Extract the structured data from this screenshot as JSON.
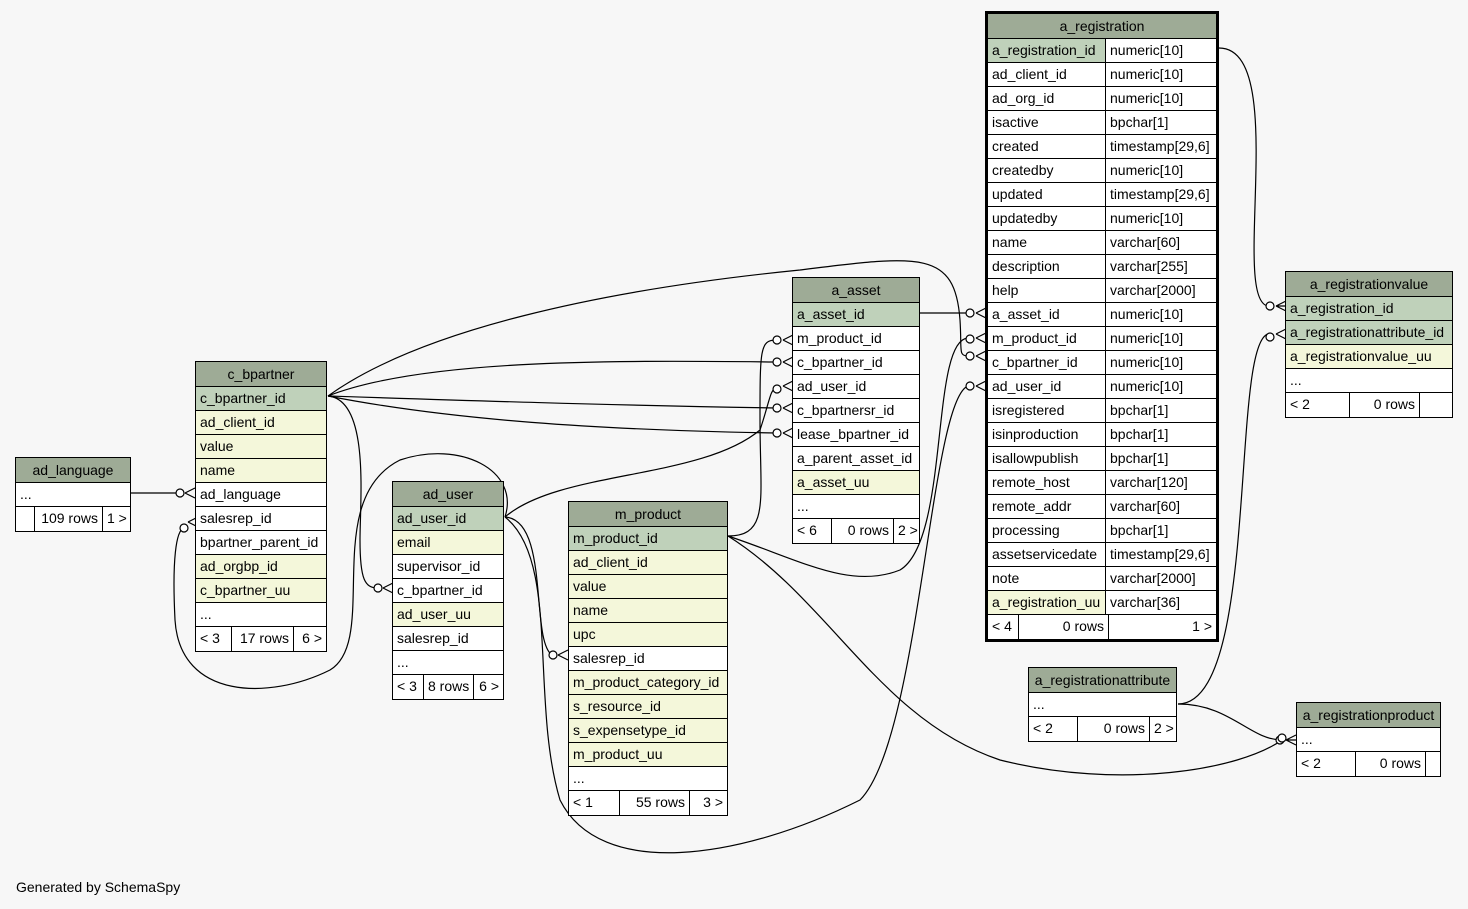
{
  "tables": {
    "a_registration": {
      "name": "a_registration",
      "columns": [
        {
          "name": "a_registration_id",
          "type": "numeric[10]",
          "kind": "pk"
        },
        {
          "name": "ad_client_id",
          "type": "numeric[10]",
          "kind": "plain"
        },
        {
          "name": "ad_org_id",
          "type": "numeric[10]",
          "kind": "plain"
        },
        {
          "name": "isactive",
          "type": "bpchar[1]",
          "kind": "plain"
        },
        {
          "name": "created",
          "type": "timestamp[29,6]",
          "kind": "plain"
        },
        {
          "name": "createdby",
          "type": "numeric[10]",
          "kind": "plain"
        },
        {
          "name": "updated",
          "type": "timestamp[29,6]",
          "kind": "plain"
        },
        {
          "name": "updatedby",
          "type": "numeric[10]",
          "kind": "plain"
        },
        {
          "name": "name",
          "type": "varchar[60]",
          "kind": "plain"
        },
        {
          "name": "description",
          "type": "varchar[255]",
          "kind": "plain"
        },
        {
          "name": "help",
          "type": "varchar[2000]",
          "kind": "plain"
        },
        {
          "name": "a_asset_id",
          "type": "numeric[10]",
          "kind": "plain"
        },
        {
          "name": "m_product_id",
          "type": "numeric[10]",
          "kind": "plain"
        },
        {
          "name": "c_bpartner_id",
          "type": "numeric[10]",
          "kind": "plain"
        },
        {
          "name": "ad_user_id",
          "type": "numeric[10]",
          "kind": "plain"
        },
        {
          "name": "isregistered",
          "type": "bpchar[1]",
          "kind": "plain"
        },
        {
          "name": "isinproduction",
          "type": "bpchar[1]",
          "kind": "plain"
        },
        {
          "name": "isallowpublish",
          "type": "bpchar[1]",
          "kind": "plain"
        },
        {
          "name": "remote_host",
          "type": "varchar[120]",
          "kind": "plain"
        },
        {
          "name": "remote_addr",
          "type": "varchar[60]",
          "kind": "plain"
        },
        {
          "name": "processing",
          "type": "bpchar[1]",
          "kind": "plain"
        },
        {
          "name": "assetservicedate",
          "type": "timestamp[29,6]",
          "kind": "plain"
        },
        {
          "name": "note",
          "type": "varchar[2000]",
          "kind": "plain"
        },
        {
          "name": "a_registration_uu",
          "type": "varchar[36]",
          "kind": "idx"
        }
      ],
      "footer": {
        "parents": "< 4",
        "rows": "0 rows",
        "children": "1 >"
      }
    },
    "a_asset": {
      "name": "a_asset",
      "columns": [
        {
          "name": "a_asset_id",
          "kind": "pk"
        },
        {
          "name": "m_product_id",
          "kind": "plain"
        },
        {
          "name": "c_bpartner_id",
          "kind": "plain"
        },
        {
          "name": "ad_user_id",
          "kind": "plain"
        },
        {
          "name": "c_bpartnersr_id",
          "kind": "plain"
        },
        {
          "name": "lease_bpartner_id",
          "kind": "plain"
        },
        {
          "name": "a_parent_asset_id",
          "kind": "plain"
        },
        {
          "name": "a_asset_uu",
          "kind": "idx"
        },
        {
          "name": "...",
          "kind": "plain"
        }
      ],
      "footer": {
        "parents": "< 6",
        "rows": "0 rows",
        "children": "2 >"
      }
    },
    "c_bpartner": {
      "name": "c_bpartner",
      "columns": [
        {
          "name": "c_bpartner_id",
          "kind": "pk"
        },
        {
          "name": "ad_client_id",
          "kind": "idx"
        },
        {
          "name": "value",
          "kind": "idx"
        },
        {
          "name": "name",
          "kind": "idx"
        },
        {
          "name": "ad_language",
          "kind": "plain"
        },
        {
          "name": "salesrep_id",
          "kind": "plain"
        },
        {
          "name": "bpartner_parent_id",
          "kind": "plain"
        },
        {
          "name": "ad_orgbp_id",
          "kind": "idx"
        },
        {
          "name": "c_bpartner_uu",
          "kind": "idx"
        },
        {
          "name": "...",
          "kind": "plain"
        }
      ],
      "footer": {
        "parents": "< 3",
        "rows": "17 rows",
        "children": "6 >"
      }
    },
    "ad_language": {
      "name": "ad_language",
      "columns": [
        {
          "name": "...",
          "kind": "plain"
        }
      ],
      "footer": {
        "parents": "",
        "rows": "109 rows",
        "children": "1 >"
      }
    },
    "ad_user": {
      "name": "ad_user",
      "columns": [
        {
          "name": "ad_user_id",
          "kind": "pk"
        },
        {
          "name": "email",
          "kind": "idx"
        },
        {
          "name": "supervisor_id",
          "kind": "plain"
        },
        {
          "name": "c_bpartner_id",
          "kind": "plain"
        },
        {
          "name": "ad_user_uu",
          "kind": "idx"
        },
        {
          "name": "salesrep_id",
          "kind": "plain"
        },
        {
          "name": "...",
          "kind": "plain"
        }
      ],
      "footer": {
        "parents": "< 3",
        "rows": "8 rows",
        "children": "6 >"
      }
    },
    "m_product": {
      "name": "m_product",
      "columns": [
        {
          "name": "m_product_id",
          "kind": "pk"
        },
        {
          "name": "ad_client_id",
          "kind": "idx"
        },
        {
          "name": "value",
          "kind": "idx"
        },
        {
          "name": "name",
          "kind": "idx"
        },
        {
          "name": "upc",
          "kind": "idx"
        },
        {
          "name": "salesrep_id",
          "kind": "plain"
        },
        {
          "name": "m_product_category_id",
          "kind": "idx"
        },
        {
          "name": "s_resource_id",
          "kind": "idx"
        },
        {
          "name": "s_expensetype_id",
          "kind": "idx"
        },
        {
          "name": "m_product_uu",
          "kind": "idx"
        },
        {
          "name": "...",
          "kind": "plain"
        }
      ],
      "footer": {
        "parents": "< 1",
        "rows": "55 rows",
        "children": "3 >"
      }
    },
    "a_registrationvalue": {
      "name": "a_registrationvalue",
      "columns": [
        {
          "name": "a_registration_id",
          "kind": "pk"
        },
        {
          "name": "a_registrationattribute_id",
          "kind": "pk"
        },
        {
          "name": "a_registrationvalue_uu",
          "kind": "idx"
        },
        {
          "name": "...",
          "kind": "plain"
        }
      ],
      "footer": {
        "parents": "< 2",
        "rows": "0 rows",
        "children": ""
      }
    },
    "a_registrationattribute": {
      "name": "a_registrationattribute",
      "columns": [
        {
          "name": "...",
          "kind": "plain"
        }
      ],
      "footer": {
        "parents": "< 2",
        "rows": "0 rows",
        "children": "2 >"
      }
    },
    "a_registrationproduct": {
      "name": "a_registrationproduct",
      "columns": [
        {
          "name": "...",
          "kind": "plain"
        }
      ],
      "footer": {
        "parents": "< 2",
        "rows": "0 rows",
        "children": ""
      }
    }
  },
  "footer_text": "Generated by SchemaSpy",
  "colors": {
    "header": "#9eab96",
    "primary_key": "#bfd1ba",
    "indexed": "#f4f7da",
    "background": "#f7f7f7",
    "line": "#000000"
  }
}
